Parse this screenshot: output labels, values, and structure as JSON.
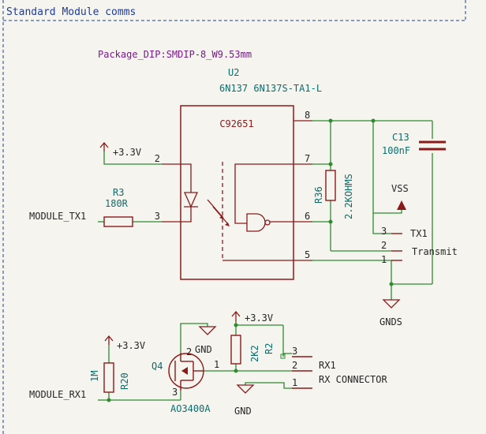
{
  "sheet": {
    "title": "Standard Module comms"
  },
  "optocoupler": {
    "package": "Package_DIP:SMDIP-8_W9.53mm",
    "ref": "U2",
    "value": "6N137 6N137S-TA1-L",
    "marking": "C92651",
    "pins": [
      "2",
      "3",
      "5",
      "6",
      "7",
      "8"
    ]
  },
  "capacitor": {
    "ref": "C13",
    "value": "100nF"
  },
  "resistor_r36": {
    "ref": "R36",
    "value": "2.2KOHMS"
  },
  "resistor_r3": {
    "ref": "R3",
    "value": "180R"
  },
  "transmit_connector": {
    "pins": [
      "3",
      "2",
      "1"
    ],
    "signal": "TX1",
    "name": "Transmit"
  },
  "power_labels": {
    "vcc_top": "+3.3V",
    "vss": "VSS",
    "gnds": "GNDS"
  },
  "nets": {
    "module_tx": "MODULE_TX1",
    "module_rx": "MODULE_RX1"
  },
  "mosfet": {
    "ref": "Q4",
    "value": "AO3400A",
    "pin_gate": "3",
    "pin_drain": "2",
    "pin_source": "1"
  },
  "resistor_r20": {
    "ref": "R20",
    "value": "1M"
  },
  "resistor_r2": {
    "ref": "R2",
    "value": "2K2"
  },
  "rx_connector": {
    "pins": [
      "3",
      "2",
      "1"
    ],
    "signal": "RX1",
    "name": "RX CONNECTOR"
  },
  "rx_power": {
    "vcc_gate": "+3.3V",
    "vcc_r2": "+3.3V",
    "gnd_q4": "GND",
    "gnd_conn": "GND"
  },
  "colors": {
    "background": "#f5f4ef",
    "wire": "#2e8b2e",
    "component": "#8b1a1a",
    "text": "#262626",
    "ref_text": "#0b6e6e",
    "property_text": "#7a1a8a",
    "sheet_border": "#1f3b99"
  }
}
